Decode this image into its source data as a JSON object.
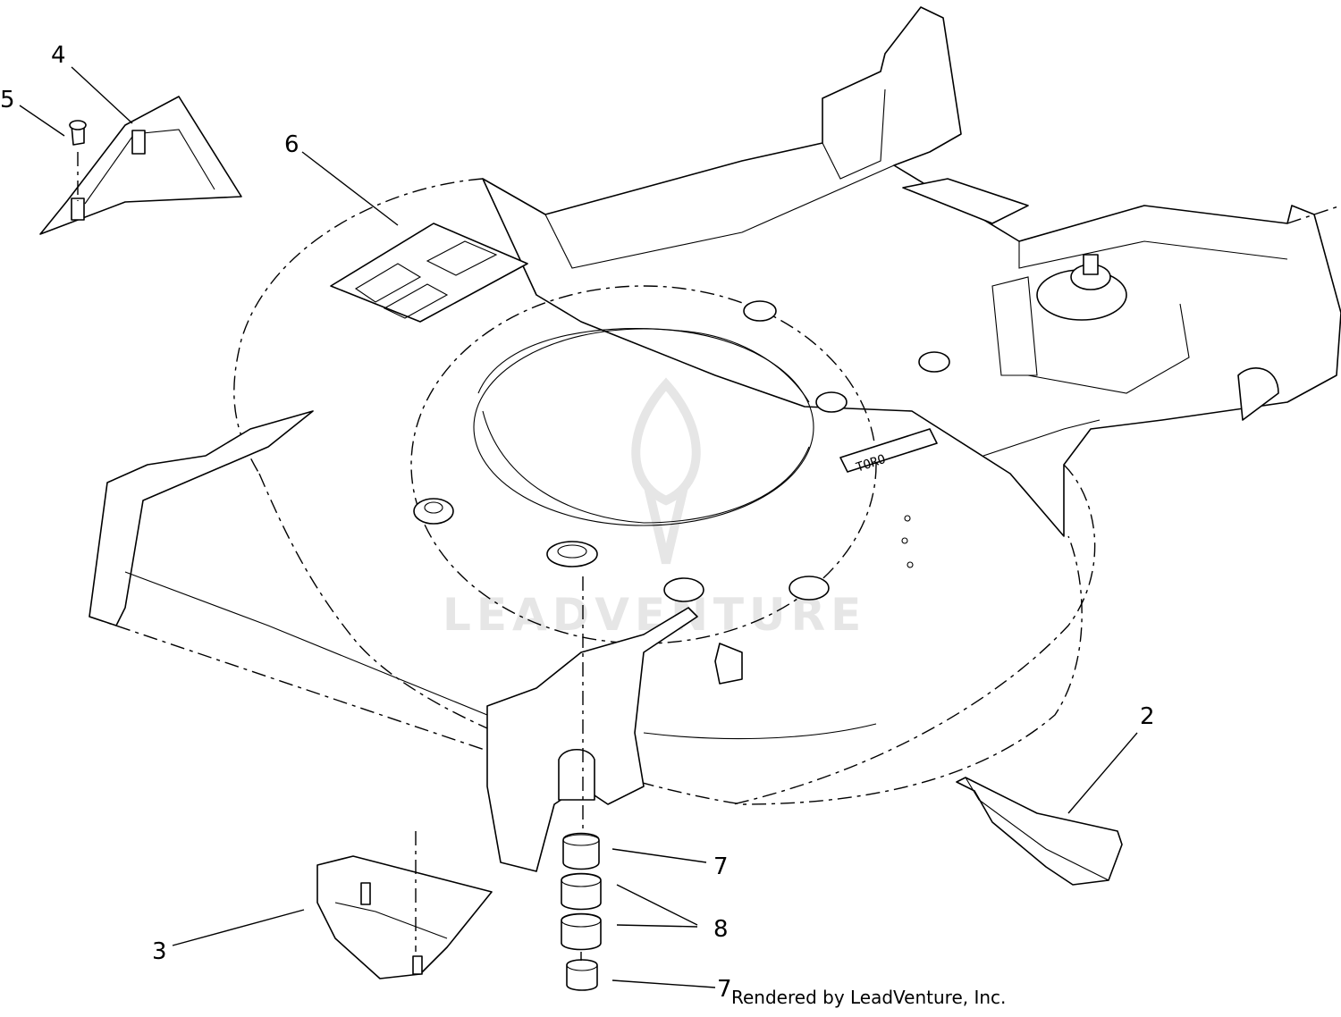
{
  "watermark": {
    "text": "LEADVENTURE"
  },
  "deck_label": "TORO",
  "credit": "Rendered by LeadVenture, Inc.",
  "callouts": [
    {
      "id": "c4",
      "label": "4"
    },
    {
      "id": "c5",
      "label": "5"
    },
    {
      "id": "c6",
      "label": "6"
    },
    {
      "id": "c2",
      "label": "2"
    },
    {
      "id": "c7a",
      "label": "7"
    },
    {
      "id": "c8",
      "label": "8"
    },
    {
      "id": "c3",
      "label": "3"
    },
    {
      "id": "c7b",
      "label": "7"
    }
  ]
}
